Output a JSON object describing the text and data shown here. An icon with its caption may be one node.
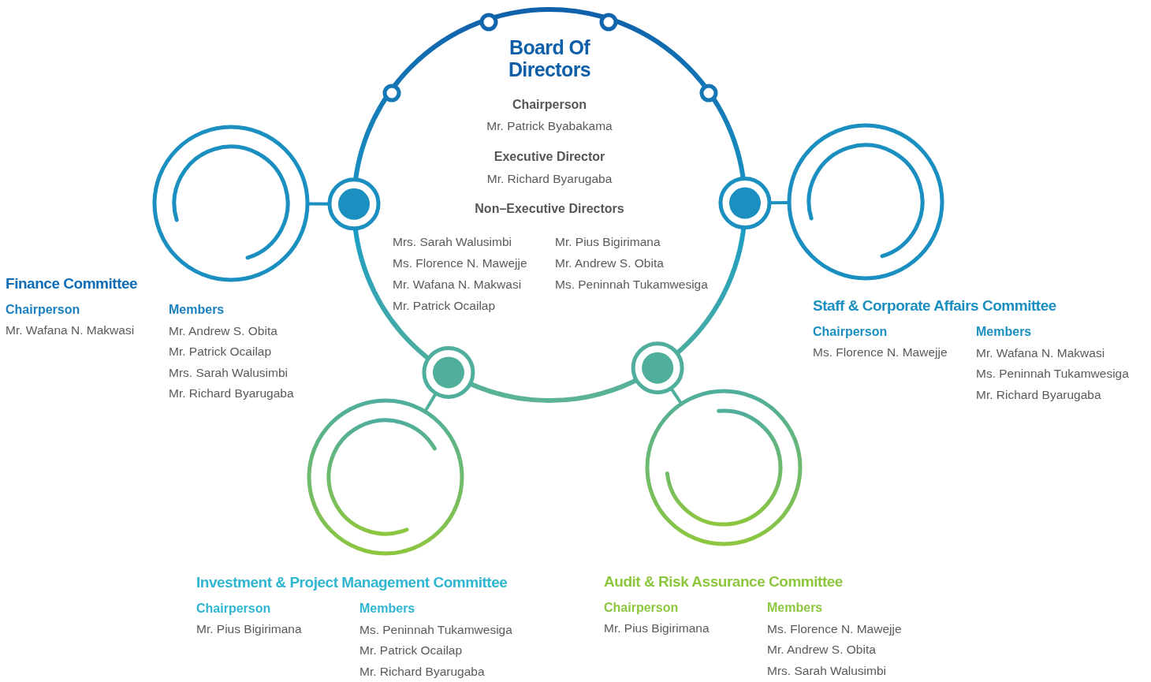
{
  "diagram": {
    "nodes": [
      {
        "text": [
          "Board Of Directors",
          "Chairperson",
          "Mr. Patrick Byabakama",
          "Executive Director",
          "Mr. Richard Byarugaba",
          "Non–Executive Directors",
          "Mrs. Sarah Walusimbi",
          "Ms. Florence N. Mawejje",
          "Mr. Wafana N. Makwasi",
          "Mr. Patrick Ocailap",
          "Mr. Pius Bigirimana",
          "Mr. Andrew S. Obita",
          "Ms. Peninnah Tukamwesiga"
        ]
      },
      {
        "text": [],
        "shape": "circle",
        "beside": [
          "Finance Committee",
          "Chairperson",
          "Mr. Wafana N. Makwasi",
          "Members",
          "Mr. Andrew S. Obita",
          "Mr. Patrick Ocailap",
          "Mrs. Sarah Walusimbi",
          "Mr. Richard Byarugaba"
        ]
      },
      {
        "text": [],
        "shape": "circle",
        "beside": [
          "Staff & Corporate Affairs Committee",
          "Chairperson",
          "Ms. Florence N. Mawejje",
          "Members",
          "Mr. Wafana N. Makwasi",
          "Ms. Peninnah Tukamwesiga",
          "Mr. Richard Byarugaba"
        ]
      },
      {
        "text": [],
        "shape": "circle",
        "beside": [
          "Investment & Project Management Committee",
          "Chairperson",
          "Mr. Pius Bigirimana",
          "Members",
          "Ms. Peninnah Tukamwesiga",
          "Mr. Patrick Ocailap",
          "Mr. Richard Byarugaba"
        ]
      },
      {
        "text": [],
        "shape": "circle",
        "beside": [
          "Audit & Risk Assurance Committee",
          "Chairperson",
          "Mr. Pius Bigirimana",
          "Members",
          "Ms. Florence N. Mawejje",
          "Mr. Andrew S. Obita",
          "Mrs. Sarah Walusimbi"
        ]
      }
    ],
    "edges": [
      {
        "from": 0,
        "to": 1,
        "arrow": "none"
      },
      {
        "from": 0,
        "to": 2,
        "arrow": "none"
      },
      {
        "from": 0,
        "to": 3,
        "arrow": "none"
      },
      {
        "from": 0,
        "to": 4,
        "arrow": "none"
      }
    ]
  }
}
